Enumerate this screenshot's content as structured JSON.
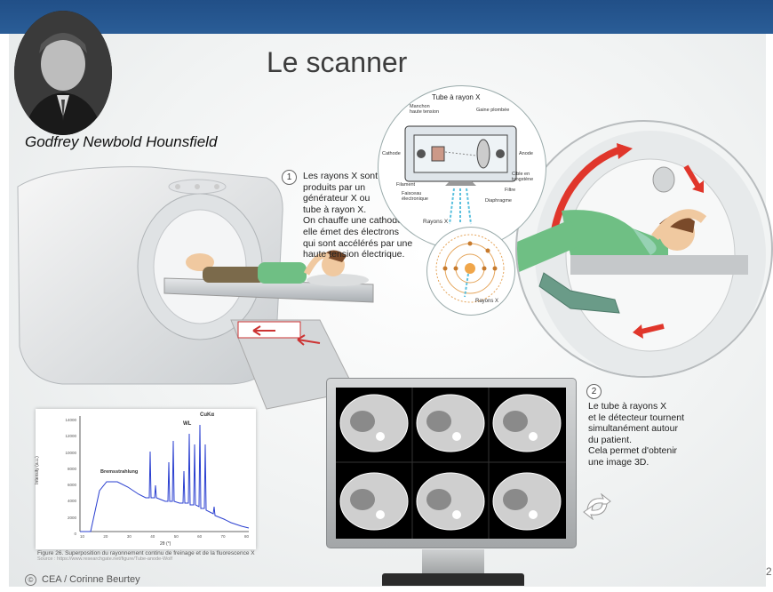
{
  "slide": {
    "title": "Le scanner",
    "person_name": "Godfrey Newbold Hounsfield",
    "copyright_symbol": "©",
    "copyright": "CEA / Corinne Beurtey",
    "page_number": "2",
    "header_color": "#214f87"
  },
  "step1": {
    "number": "1",
    "lines": [
      "Les rayons X sont",
      "produits par un",
      "générateur X ou",
      "tube à rayon X.",
      "On chauffe une cathode,",
      "elle émet des électrons",
      "qui sont accélérés par une",
      "haute tension électrique."
    ]
  },
  "step2": {
    "number": "2",
    "lines": [
      "Le tube à rayons X",
      "et le détecteur tournent",
      "simultanément autour",
      "du patient.",
      "Cela permet d'obtenir",
      "une image 3D."
    ]
  },
  "tube_diagram": {
    "title": "Tube à rayon X",
    "labels": {
      "manchon_1": "Manchon",
      "manchon_2": "haute tension",
      "gaine": "Gaine plombée",
      "cathode": "Cathode",
      "anode": "Anode",
      "filament": "Filament",
      "faisceau_1": "Faisceau",
      "faisceau_2": "électronique",
      "cible_1": "Cible en",
      "cible_2": "tungstène",
      "filtre": "Filtre",
      "diaphragme": "Diaphragme",
      "rayons": "Rayons X"
    }
  },
  "atom_diagram": {
    "label": "Rayons X"
  },
  "spectrum": {
    "annotations": {
      "peak1": "CuKα",
      "peak2": "WL",
      "bremsstrahlung": "Bremsstrahlung"
    },
    "y_ticks": [
      "14000",
      "12000",
      "10000",
      "8000",
      "6000",
      "4000",
      "2000",
      "0"
    ],
    "x_ticks": [
      "10",
      "20",
      "30",
      "40",
      "50",
      "60",
      "70",
      "80"
    ],
    "x_label": "2θ (°)",
    "y_label": "Intensity (a.u.)",
    "caption_1": "Figure 26. Superposition du rayonnement continu de freinage et de la fluorescence X",
    "caption_2": "Source : https://www.researchgate.net/figure/Tube-anode-Wolf"
  }
}
